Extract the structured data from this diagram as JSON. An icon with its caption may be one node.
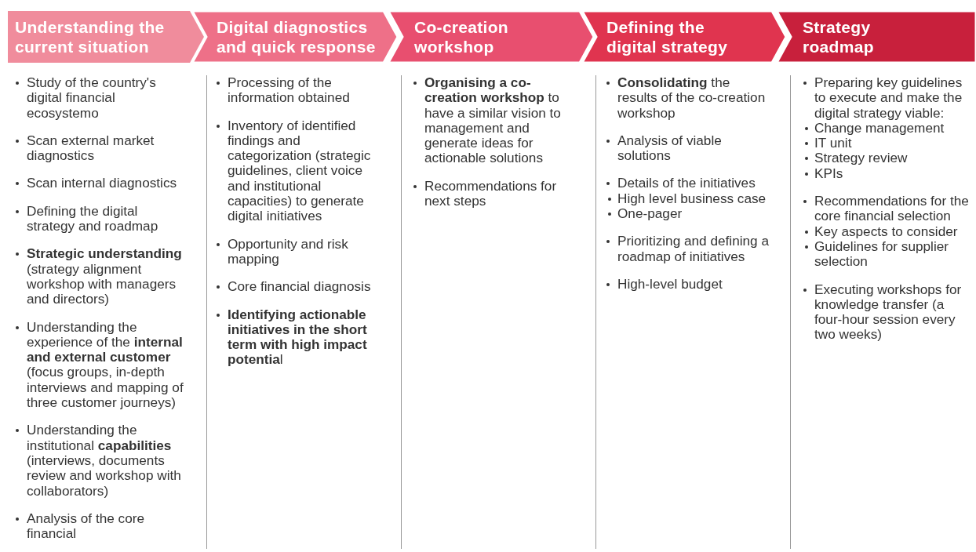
{
  "diagram": {
    "nodes": [
      {
        "text": [
          "Understanding the current situation"
        ]
      },
      {
        "text": [
          "Digital diagnostics and quick response"
        ]
      },
      {
        "text": [
          "Co-creation workshop"
        ]
      },
      {
        "text": [
          "Defining the digital strategy"
        ]
      },
      {
        "text": [
          "Strategy roadmap"
        ]
      }
    ],
    "edges": [],
    "labels": [
      "Study of the country's digital financial ecosystemo",
      "Scan external market diagnostics",
      "Scan internal diagnostics",
      "Defining the digital strategy and roadmap",
      "**Strategic understanding** (strategy alignment workshop with managers and directors)",
      "Understanding the experience of the **internal and external customer** (focus groups, in-depth interviews and mapping of three customer journeys)",
      "Understanding the institutional **capabilities** (interviews, documents review and workshop with collaborators)",
      "Analysis of the core financial",
      "Processing of the information obtained",
      "Inventory of identified findings and categorization (strategic guidelines, client voice and institutional capacities) to generate digital initiatives",
      "Opportunity and risk mapping",
      "Core financial diagnosis",
      "**Identifying actionable initiatives in the short term with high impact potentia**l",
      "**Organising a co-creation workshop** to have a similar vision to management and generate ideas for actionable solutions",
      "Recommendations for next steps",
      "**Consolidating** the results of the co-creation workshop",
      "Analysis of viable solutions",
      "Details of the initiatives",
      "High level business case",
      "One-pager",
      "Prioritizing and defining a roadmap of initiatives",
      "High-level budget",
      "Preparing key guidelines to execute and make the digital strategy viable:",
      "Change management",
      "IT unit",
      "Strategy review",
      "KPIs",
      "Recommendations for the core financial selection",
      "Key aspects to consider",
      "Guidelines for supplier selection",
      "Executing workshops for knowledge transfer (a four-hour session every two weeks)"
    ]
  }
}
